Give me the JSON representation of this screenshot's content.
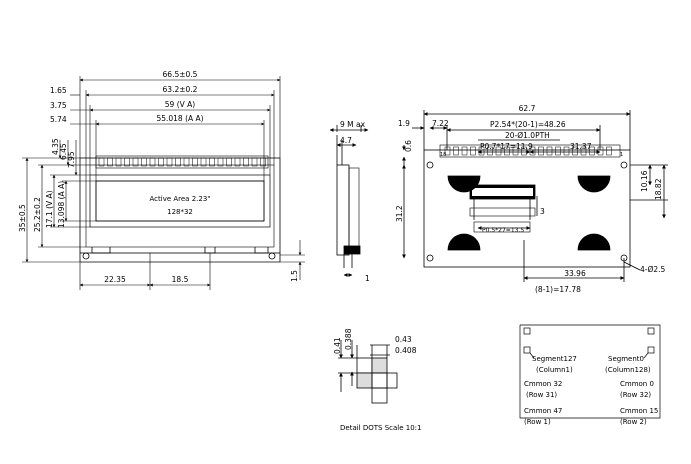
{
  "front": {
    "overall_width": "66.5±0.5",
    "overall_height": "35±0.5",
    "dims": {
      "d165": "1.65",
      "d632": "63.2±0.2",
      "d375": "3.75",
      "d59": "59 (V A)",
      "d574": "5.74",
      "d55": "55.018 (A A)",
      "d435": "4.35",
      "d645": "6.45",
      "d795": "7.95",
      "d252": "25.2±0.2",
      "d171": "17.1 (V A)",
      "d13": "13.098 (A A)",
      "d2235": "22.35",
      "d185": "18.5",
      "d15": "1.5"
    },
    "active_area": "Active Area 2.23\"",
    "resolution": "128*32"
  },
  "side": {
    "d9max": "9 M ax",
    "d47": "4.7",
    "d1": "1"
  },
  "back": {
    "d627": "62.7",
    "d19": "1.9",
    "d722": "7.22",
    "pitch": "P2.54*(20-1)=48.26",
    "holes": "20-Ø1.0PTH",
    "d06": "0.6",
    "d18": "18",
    "d1": "1",
    "p07": "P0.7*17=11.9",
    "d3137": "31.37",
    "d1016": "10.16",
    "d1882": "18.82",
    "d312": "31.2",
    "d3": "3",
    "p05": "P0.5*27=13.5",
    "d3396": "33.96",
    "d1778": "(8-1)=17.78",
    "mount": "4-Ø2.5"
  },
  "detail": {
    "d041": "0.41",
    "d0388": "0.388",
    "d043": "0.43",
    "d0408": "0.408",
    "caption": "Detail DOTS Scale 10:1"
  },
  "map": {
    "seg127": "Segment127",
    "col1": "(Column1)",
    "seg0": "Segment0",
    "col128": "(Column128)",
    "com32": "Cmmon 32",
    "row31": "(Row 31)",
    "com0": "Cmmon 0",
    "row32": "(Row 32)",
    "com47": "Cmmon 47",
    "row1": "(Row 1)",
    "com15": "Cmmon 15",
    "row2": "(Row 2)"
  }
}
